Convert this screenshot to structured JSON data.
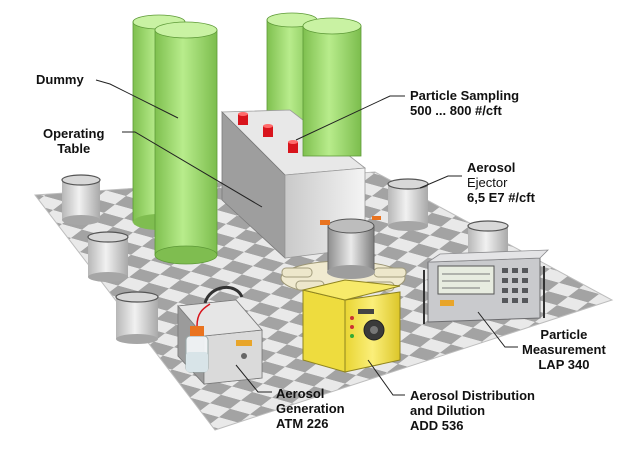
{
  "labels": {
    "dummy": "Dummy",
    "operating_table": [
      "Operating",
      "Table"
    ],
    "particle_sampling": [
      "Particle Sampling",
      "500 ... 800 #/cft"
    ],
    "aerosol_ejector": [
      "Aerosol",
      "Ejector",
      "6,5 E7 #/cft"
    ],
    "particle_measurement": [
      "Particle",
      "Measurement",
      "LAP 340"
    ],
    "aerosol_distribution": [
      "Aerosol Distribution",
      "and Dilution",
      "ADD 536"
    ],
    "aerosol_generation": [
      "Aerosol",
      "Generation",
      "ATM 226"
    ]
  },
  "colors": {
    "dummy_green": "#a6e07a",
    "table_gray": "#dcdcdc",
    "sampling_red": "#d8141c",
    "housing_yellow": "#f2e24a",
    "instrument_gray": "#c9cacd",
    "floor_dark": "#a0a0a0",
    "floor_light": "#e8e8e8"
  },
  "icons": [
    "dummy-cylinder",
    "operating-table-box",
    "sampling-probe",
    "aerosol-ejector-can",
    "laser-particle-counter",
    "dilution-system",
    "aerosol-generator-bottle"
  ]
}
